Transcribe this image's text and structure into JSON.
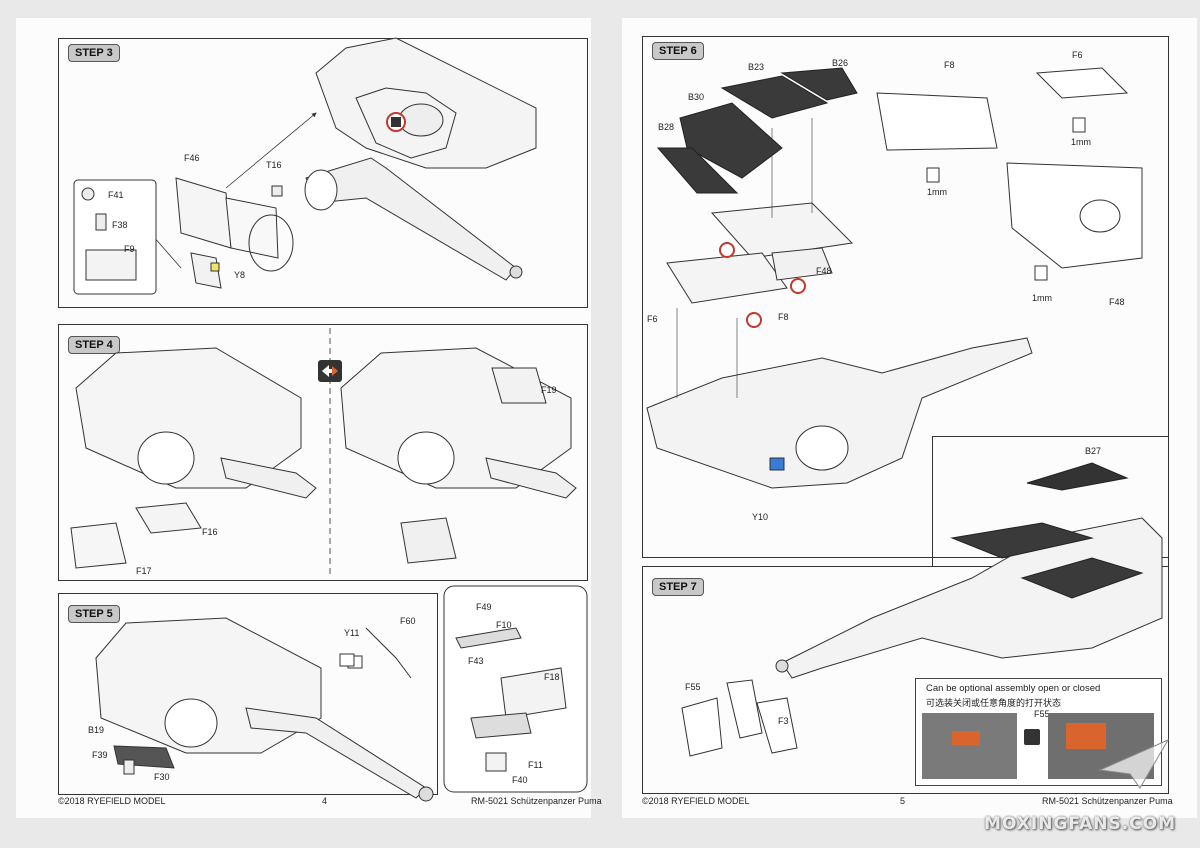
{
  "left_page": {
    "steps": [
      {
        "badge": "STEP 3",
        "labels": [
          "F46",
          "T16",
          "F41",
          "F38",
          "F9",
          "Y8"
        ]
      },
      {
        "badge": "STEP 4",
        "labels": [
          "F19",
          "F16",
          "F17"
        ]
      },
      {
        "badge": "STEP 5",
        "labels": [
          "Y11",
          "F60",
          "B19",
          "F39",
          "F30",
          "F49",
          "F10",
          "F43",
          "F18",
          "F11",
          "F40"
        ]
      }
    ],
    "footer": {
      "copyright": "©2018 RYEFIELD MODEL",
      "page_number": "4",
      "kit": "RM-5021 Schützenpanzer Puma"
    }
  },
  "right_page": {
    "steps": [
      {
        "badge": "STEP 6",
        "labels": [
          "B23",
          "B26",
          "F8",
          "F6",
          "B30",
          "B28",
          "1mm",
          "1mm",
          "1mm",
          "F48",
          "F8",
          "F6",
          "F48",
          "Y10"
        ]
      },
      {
        "badge": "STEP 7",
        "labels": [
          "B27",
          "F55",
          "F3",
          "F55"
        ]
      }
    ],
    "note": {
      "line_en": "Can be optional assembly open or closed",
      "line_cn": "可选装关闭或任意角度的打开状态"
    },
    "footer": {
      "copyright": "©2018 RYEFIELD MODEL",
      "page_number": "5",
      "kit": "RM-5021 Schützenpanzer Puma"
    }
  },
  "watermark": "MOXINGFANS.COM",
  "colors": {
    "paper": "#fcfcfc",
    "background": "#e9e9e9",
    "frame": "#333333",
    "badge": "#c8c8c8",
    "accent_red": "#c0392b",
    "accent_orange": "#d9642e",
    "accent_blue": "#3a7bd5"
  },
  "icons": [
    "swap-arrows-icon",
    "glue-warning-icon",
    "drill-icon",
    "decal-icon"
  ]
}
